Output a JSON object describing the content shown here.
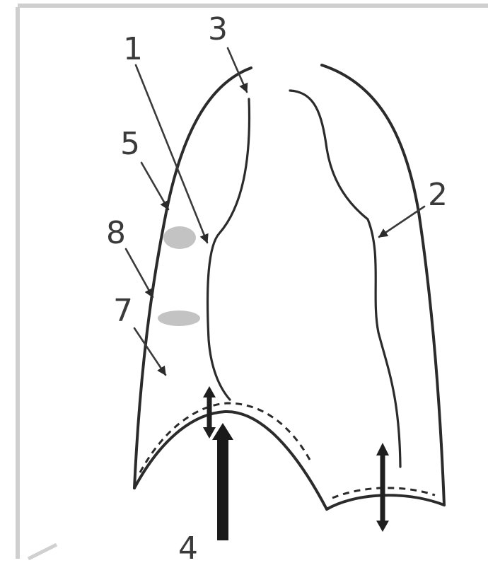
{
  "labels": {
    "l1": "1",
    "l2": "2",
    "l3": "3",
    "l4": "4",
    "l5": "5",
    "l7": "7",
    "l8": "8"
  },
  "colors": {
    "line": "#2b2b2b",
    "label": "#3a3a3a",
    "shading": "#b8b8b8"
  }
}
